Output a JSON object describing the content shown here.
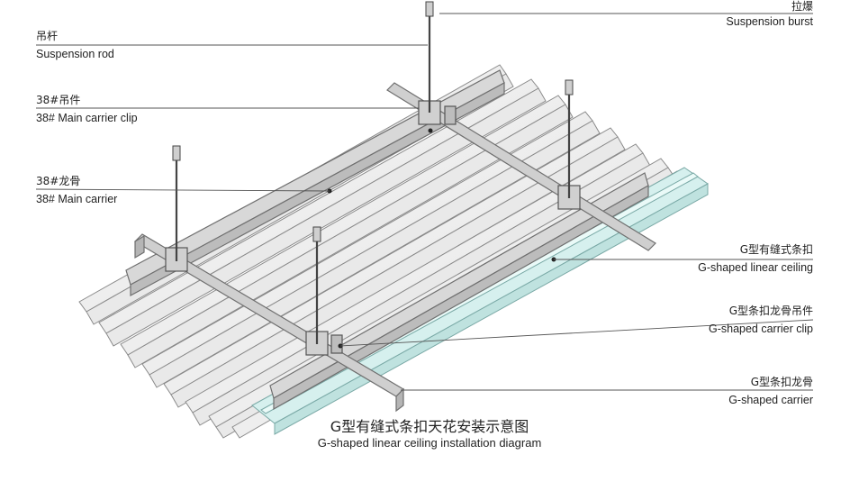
{
  "labels": {
    "suspension_burst": {
      "zh": "拉爆",
      "en": "Suspension burst"
    },
    "suspension_rod": {
      "zh": "吊杆",
      "en": "Suspension rod"
    },
    "main_carrier_clip": {
      "zh": "38#吊件",
      "en": "38#  Main carrier clip"
    },
    "main_carrier": {
      "zh": "38#龙骨",
      "en": "38# Main carrier"
    },
    "linear_ceiling": {
      "zh": "G型有缝式条扣",
      "en": "G-shaped linear ceiling"
    },
    "carrier_clip": {
      "zh": "G型条扣龙骨吊件",
      "en": "G-shaped carrier clip"
    },
    "carrier": {
      "zh": "G型条扣龙骨",
      "en": "G-shaped carrier"
    }
  },
  "caption": {
    "zh": "G型有缝式条扣天花安装示意图",
    "en": "G-shaped linear ceiling installation diagram"
  },
  "colors": {
    "panel": "#f2f2f2",
    "panel_stroke": "#8a8a8a",
    "carrier": "#d8d8d8",
    "highlight": "#d6f0ee",
    "leader": "#555555"
  }
}
